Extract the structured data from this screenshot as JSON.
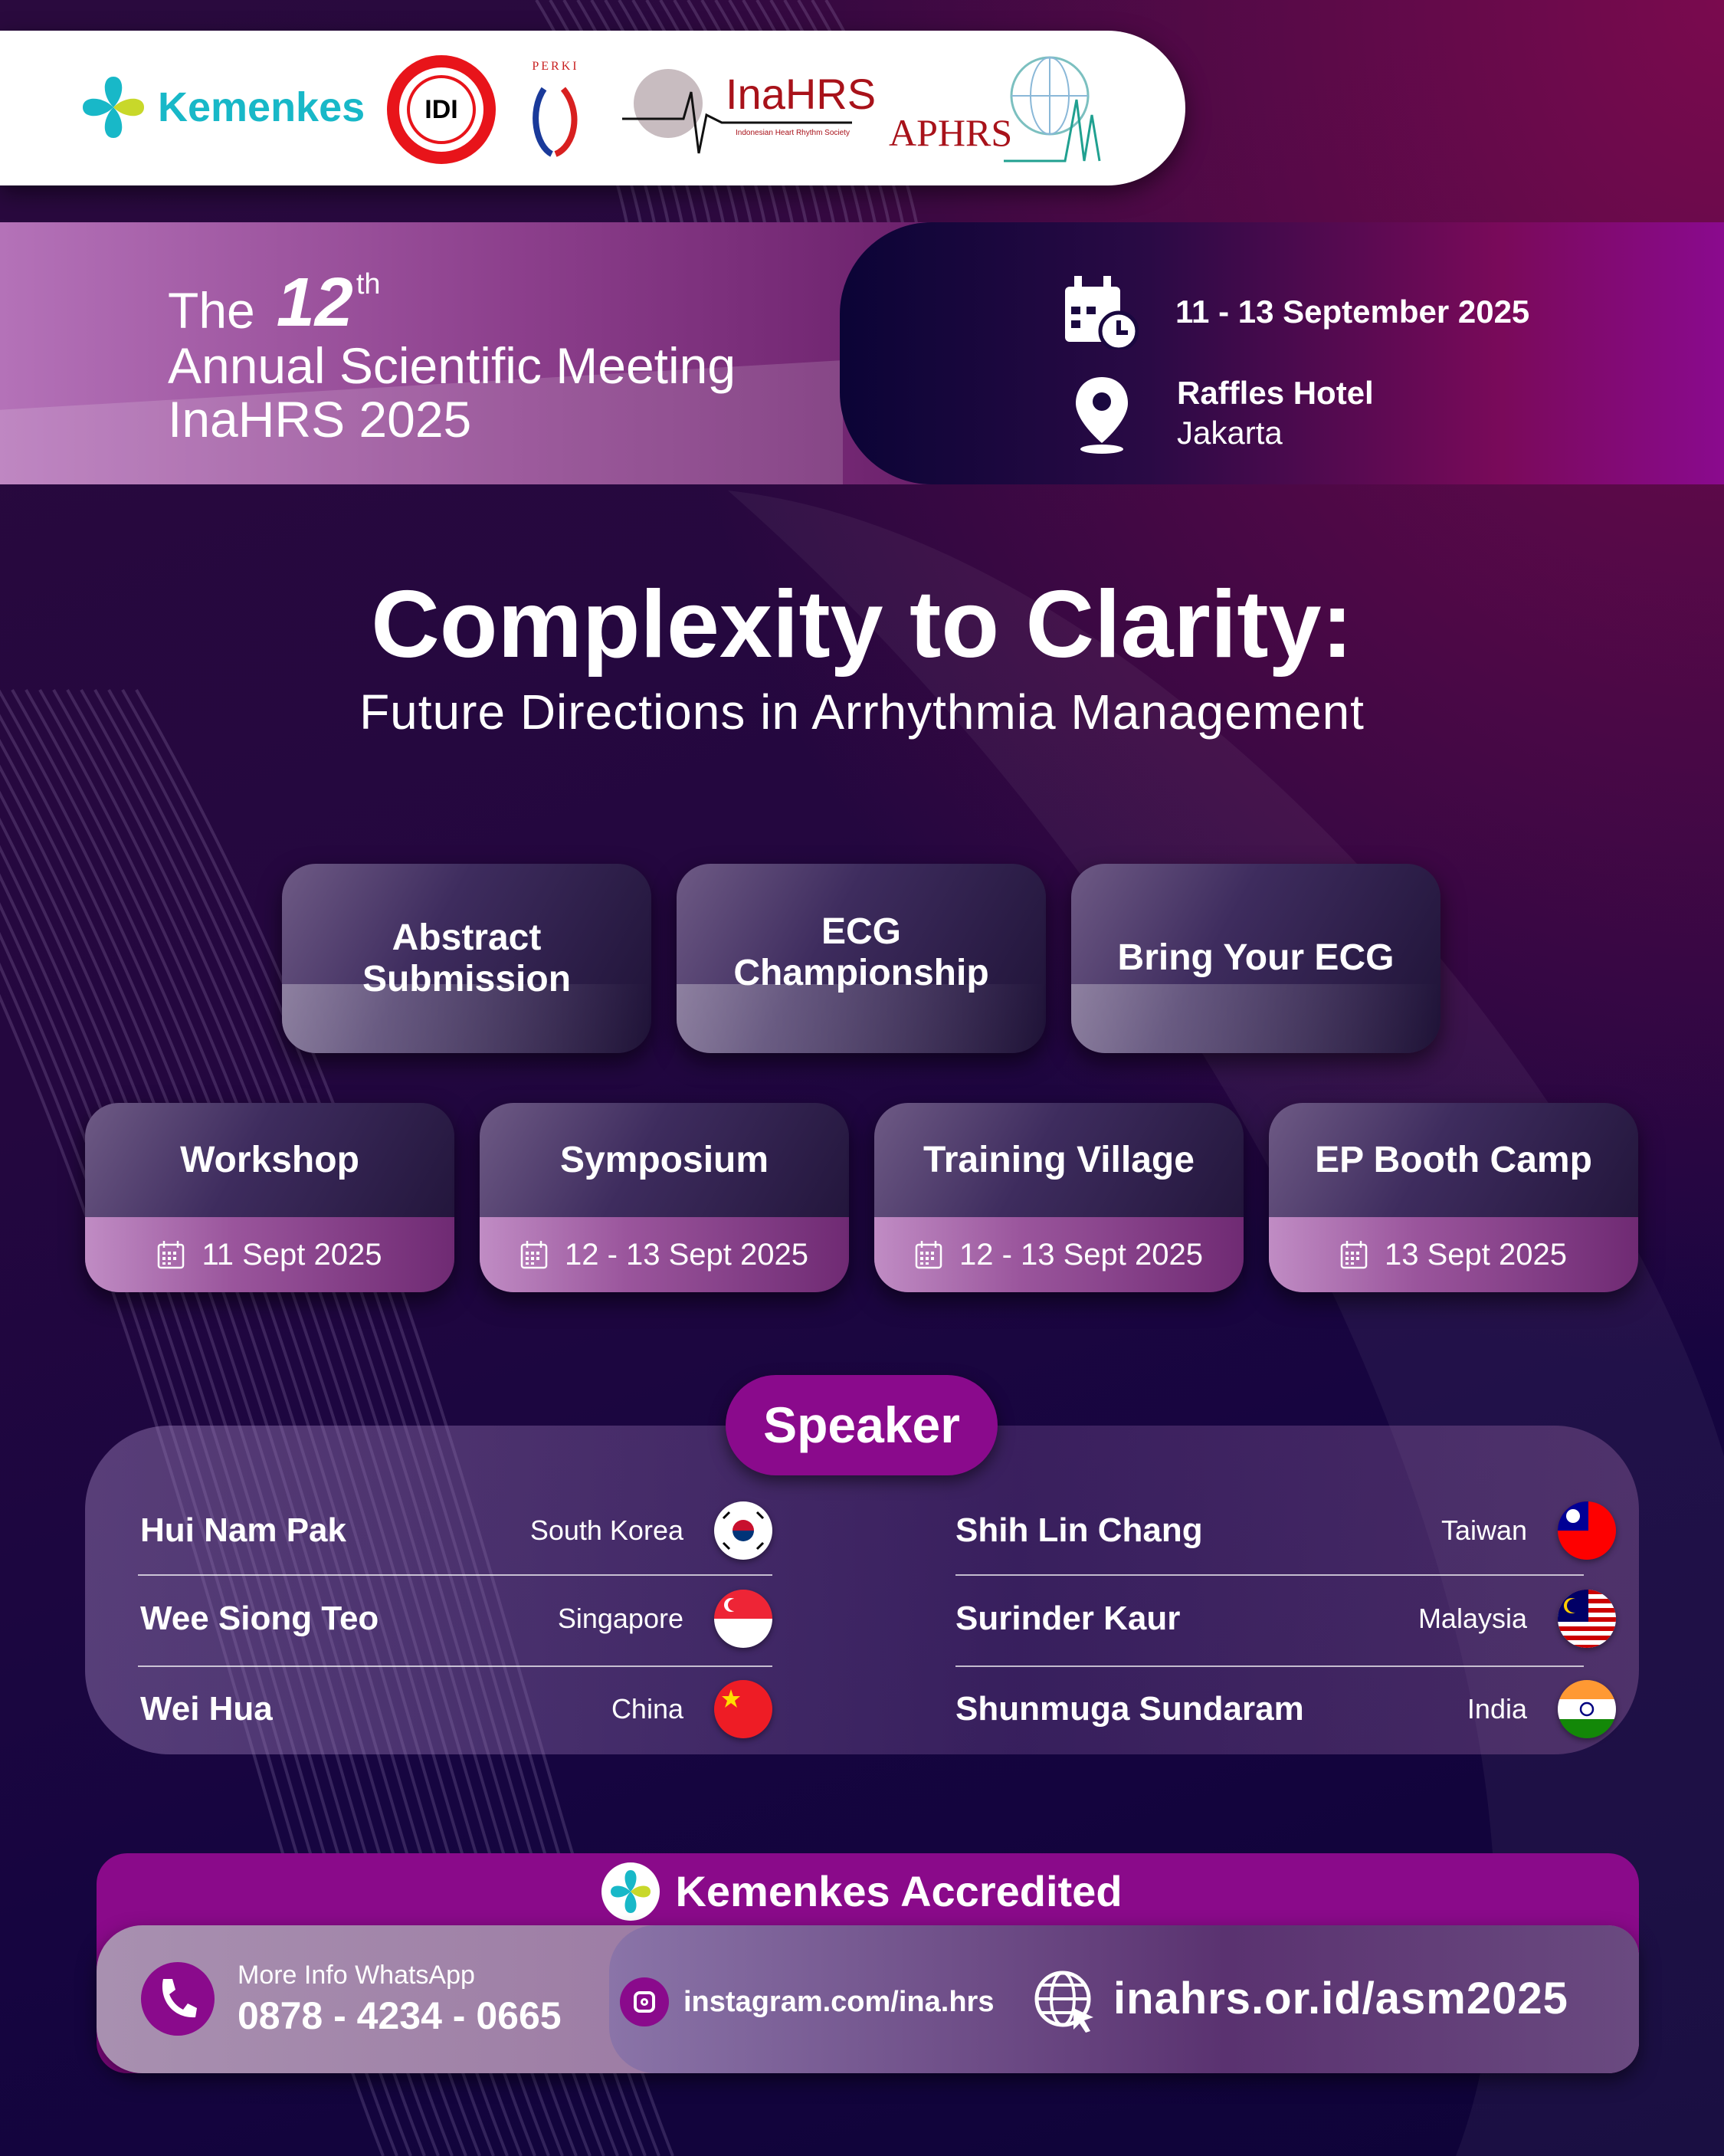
{
  "logos": {
    "kemenkes": "Kemenkes",
    "idi": "IDI",
    "perki": "PERKI",
    "inahrs": "InaHRS",
    "inahrs_sub": "Indonesian Heart Rhythm Society",
    "aphrs": "APHRS"
  },
  "event": {
    "the": "The",
    "edition": "12",
    "edition_suffix": "th",
    "line2": "Annual Scientific Meeting",
    "line3": "InaHRS 2025",
    "date": "11 - 13 September 2025",
    "venue": "Raffles Hotel",
    "city": "Jakarta"
  },
  "theme": {
    "title": "Complexity to Clarity:",
    "subtitle": "Future Directions in Arrhythmia Management"
  },
  "activities": [
    {
      "label": "Abstract Submission"
    },
    {
      "label": "ECG Championship"
    },
    {
      "label": "Bring Your ECG"
    }
  ],
  "sessions": [
    {
      "label": "Workshop",
      "date": "11 Sept 2025"
    },
    {
      "label": "Symposium",
      "date": "12 - 13 Sept 2025"
    },
    {
      "label": "Training Village",
      "date": "12 - 13 Sept 2025"
    },
    {
      "label": "EP Booth Camp",
      "date": "13 Sept 2025"
    }
  ],
  "speakers_title": "Speaker",
  "speakers": [
    {
      "name": "Hui Nam Pak",
      "country": "South Korea",
      "flag": "kr"
    },
    {
      "name": "Wee Siong Teo",
      "country": "Singapore",
      "flag": "sg"
    },
    {
      "name": "Wei Hua",
      "country": "China",
      "flag": "cn"
    },
    {
      "name": "Shih Lin Chang",
      "country": "Taiwan",
      "flag": "tw"
    },
    {
      "name": "Surinder Kaur",
      "country": "Malaysia",
      "flag": "my"
    },
    {
      "name": "Shunmuga Sundaram",
      "country": "India",
      "flag": "in"
    }
  ],
  "footer": {
    "accredited": "Kemenkes Accredited",
    "whatsapp_label": "More Info WhatsApp",
    "whatsapp_number": "0878 - 4234 - 0665",
    "instagram": "instagram.com/ina.hrs",
    "website": "inahrs.or.id/asm2025"
  },
  "colors": {
    "accent": "#8a0a8c",
    "kemenkes": "#18b8c8",
    "kemenkes_lime": "#c8d82a",
    "inahrs_red": "#a8121a"
  }
}
